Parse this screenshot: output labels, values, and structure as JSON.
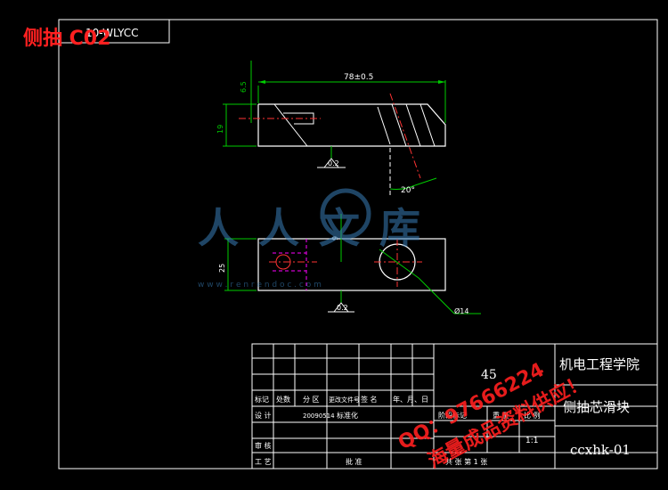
{
  "title_overlay": "侧抽 C02",
  "drawing_code_box": "10-WLYCC",
  "watermark": {
    "brand": "人人文库",
    "url": "w w w . r e n r e n d o c . c o m",
    "ad_line1": "QQ：97666224",
    "ad_line2": "海量成品资料供应！"
  },
  "dimensions": {
    "length": "78±0.5",
    "height_top": "6.5",
    "height_left": "19",
    "angle": "20°",
    "flatness_top": "0.2",
    "width_bottom": "25",
    "hole_offset": "9",
    "flatness_bottom": "0.2",
    "hole_dia": "Ø14"
  },
  "title_block": {
    "material": "45",
    "school": "机电工程学院",
    "part_name": "侧抽芯滑块",
    "scale": "1:1",
    "part_code": "ccxhk-01",
    "header_row": [
      "标记",
      "处数",
      "分 区",
      "更改文件号",
      "签 名",
      "年、月、日"
    ],
    "design_row": [
      "设 计",
      "",
      "20090514",
      "标准化"
    ],
    "review_label": "审 核",
    "process_label": "工 艺",
    "approve_label": "批 准",
    "stage_label": "阶段标记",
    "weight_label": "重 量",
    "scale_label": "比 例",
    "sheet_info": "共  张    第  1 张"
  },
  "colors": {
    "line": "#ffffff",
    "dim": "#00cc00",
    "center": "#ff3333",
    "hidden": "#ff00ff",
    "accent": "#ffff00",
    "overlay_red": "#ff2020"
  }
}
